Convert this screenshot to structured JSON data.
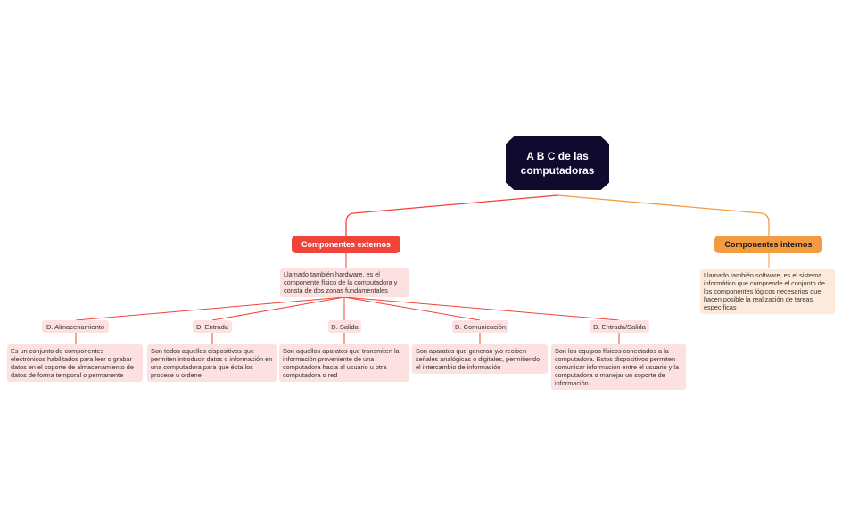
{
  "root": {
    "title": "A B C de las\ncomputadoras"
  },
  "external": {
    "title": "Componentes externos",
    "description": "Llamado también hardware, es el componente físico de la computadora y consta de dos zonas fundamentales",
    "devices": [
      {
        "label": "D. Almacenamiento",
        "description": "Es un conjunto de componentes electrónicos habilitados para leer o grabar datos en el soporte de almacenamiento de datos de forma temporal o permanente"
      },
      {
        "label": "D. Entrada",
        "description": "Son todos aquellos dispositivos que permiten introducir datos o información en una computadora para que ésta los procese u ordene"
      },
      {
        "label": "D. Salida",
        "description": "Son aquellos aparatos que transmiten la información proveniente de una computadora hacia al usuario u otra computadora o red"
      },
      {
        "label": "D. Comunicación",
        "description": "Son aparatos que generan y/o reciben señales analógicas o digitales, permitiendo el intercambio de información"
      },
      {
        "label": "D. Entrada/Salida",
        "description": " Son los equipos físicos conectados a la computadora. Estos dispositivos permiten comunicar información entre el usuario y la computadora o manejar un soporte de información"
      }
    ]
  },
  "internal": {
    "title": "Componentes internos",
    "description": "Llamado también software, es el sistema informático que comprende el conjunto de los componentes lógicos necesarios que hacen posible la realización de tareas específicas"
  },
  "colors": {
    "root": "#0f0a2e",
    "external_branch": "#f0443a",
    "internal_branch": "#f39b40",
    "external_note": "#fde1e0",
    "internal_note": "#fdeadb"
  }
}
